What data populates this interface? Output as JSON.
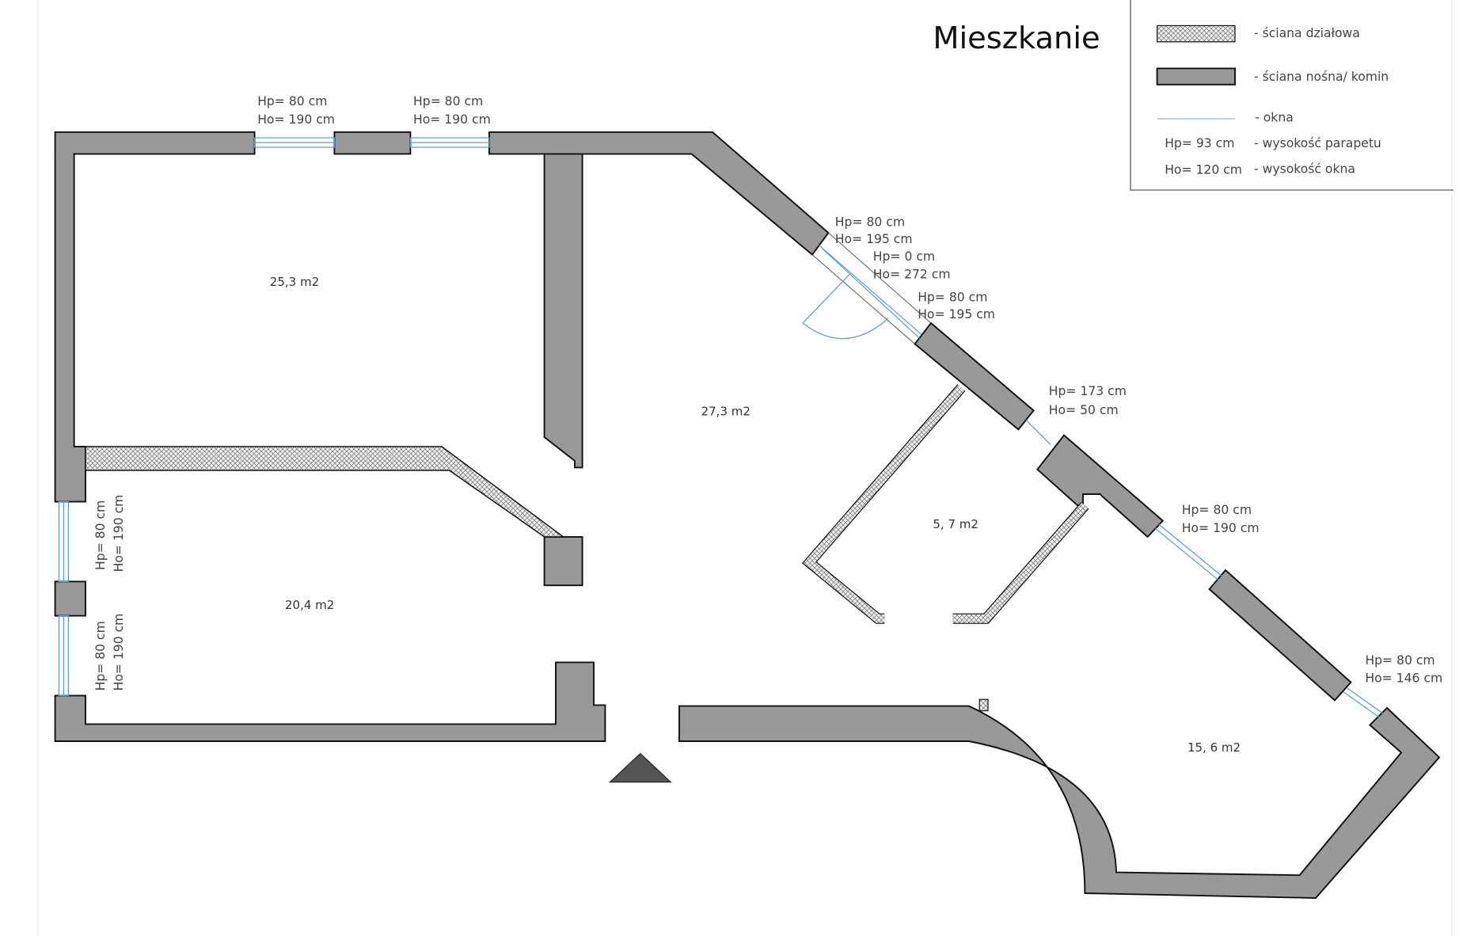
{
  "title": "Mieszkanie",
  "legend": {
    "partition_wall": "- ściana działowa",
    "load_bearing_wall": "- ściana nośna/ komin",
    "windows": "- okna",
    "hp_example": "Hp= 93 cm",
    "hp_desc": "- wysokość parapetu",
    "ho_example": "Ho= 120 cm",
    "ho_desc": "- wysokość okna"
  },
  "rooms": [
    "25,3 m2",
    "27,3 m2",
    "20,4 m2",
    "5, 7 m2",
    "15, 6 m2"
  ],
  "windows": [
    {
      "hp": "Hp= 80 cm",
      "ho": "Ho= 190 cm"
    },
    {
      "hp": "Hp= 80 cm",
      "ho": "Ho= 190 cm"
    },
    {
      "hp": "Hp= 80 cm",
      "ho": "Ho= 195 cm"
    },
    {
      "hp": "Hp= 0 cm",
      "ho": "Ho= 272 cm"
    },
    {
      "hp": "Hp= 80 cm",
      "ho": "Ho= 195 cm"
    },
    {
      "hp": "Hp= 173 cm",
      "ho": "Ho= 50 cm"
    },
    {
      "hp": "Hp= 80 cm",
      "ho": "Ho= 190 cm"
    },
    {
      "hp": "Hp= 80 cm",
      "ho": "Ho= 146 cm"
    },
    {
      "hp": "Hp= 80 cm",
      "ho": "Ho= 190 cm"
    },
    {
      "hp": "Hp= 80 cm",
      "ho": "Ho= 190 cm"
    }
  ],
  "colors": {
    "wall": "#999999",
    "window": "#5b9cc4",
    "entrance": "#555555"
  }
}
